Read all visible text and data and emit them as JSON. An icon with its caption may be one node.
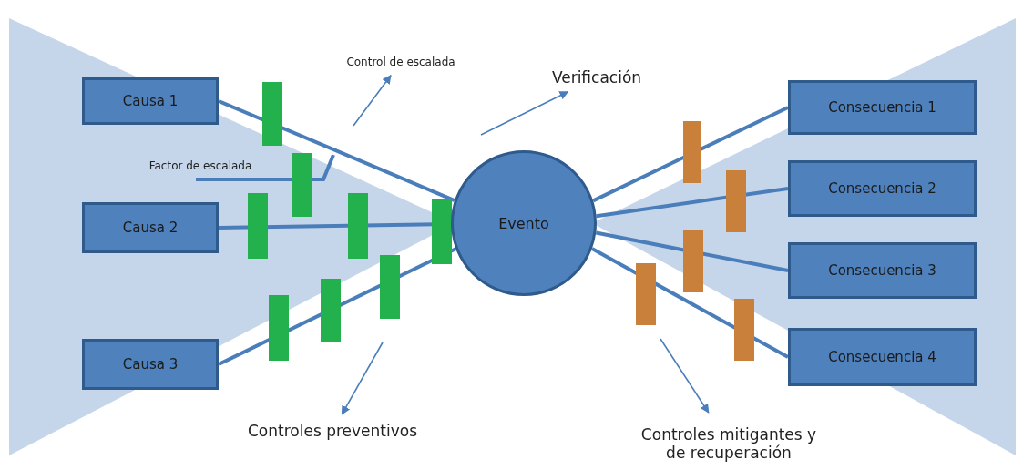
{
  "diagram": {
    "nodes": [
      {
        "text": [
          "Causa 1"
        ]
      },
      {
        "text": [
          "Causa 2"
        ]
      },
      {
        "text": [
          "Causa 3"
        ]
      },
      {
        "text": [
          "Evento"
        ]
      },
      {
        "text": [
          "Consecuencia 1"
        ]
      },
      {
        "text": [
          "Consecuencia 2"
        ]
      },
      {
        "text": [
          "Consecuencia 3"
        ]
      },
      {
        "text": [
          "Consecuencia 4"
        ]
      },
      {
        "text": [
          "Control de escalada"
        ]
      },
      {
        "text": [
          "Verificación"
        ]
      },
      {
        "text": [
          "Factor de escalada"
        ]
      },
      {
        "text": [
          "Controles preventivos"
        ]
      },
      {
        "text": [
          "Controles mitigantes y de recuperación"
        ]
      }
    ],
    "edges": [
      {
        "from": 0,
        "to": 3,
        "arrow": "none"
      },
      {
        "from": 1,
        "to": 3,
        "arrow": "none"
      },
      {
        "from": 2,
        "to": 3,
        "arrow": "none"
      },
      {
        "from": 3,
        "to": 4,
        "arrow": "none"
      },
      {
        "from": 3,
        "to": 5,
        "arrow": "none"
      },
      {
        "from": 3,
        "to": 6,
        "arrow": "none"
      },
      {
        "from": 3,
        "to": 7,
        "arrow": "none"
      },
      {
        "from": null,
        "to": 8,
        "arrow": "to"
      },
      {
        "from": null,
        "to": 9,
        "arrow": "to"
      },
      {
        "from": 10,
        "to": null,
        "arrow": "none"
      },
      {
        "from": null,
        "to": 11,
        "arrow": "to"
      },
      {
        "from": null,
        "to": 12,
        "arrow": "to"
      }
    ]
  }
}
